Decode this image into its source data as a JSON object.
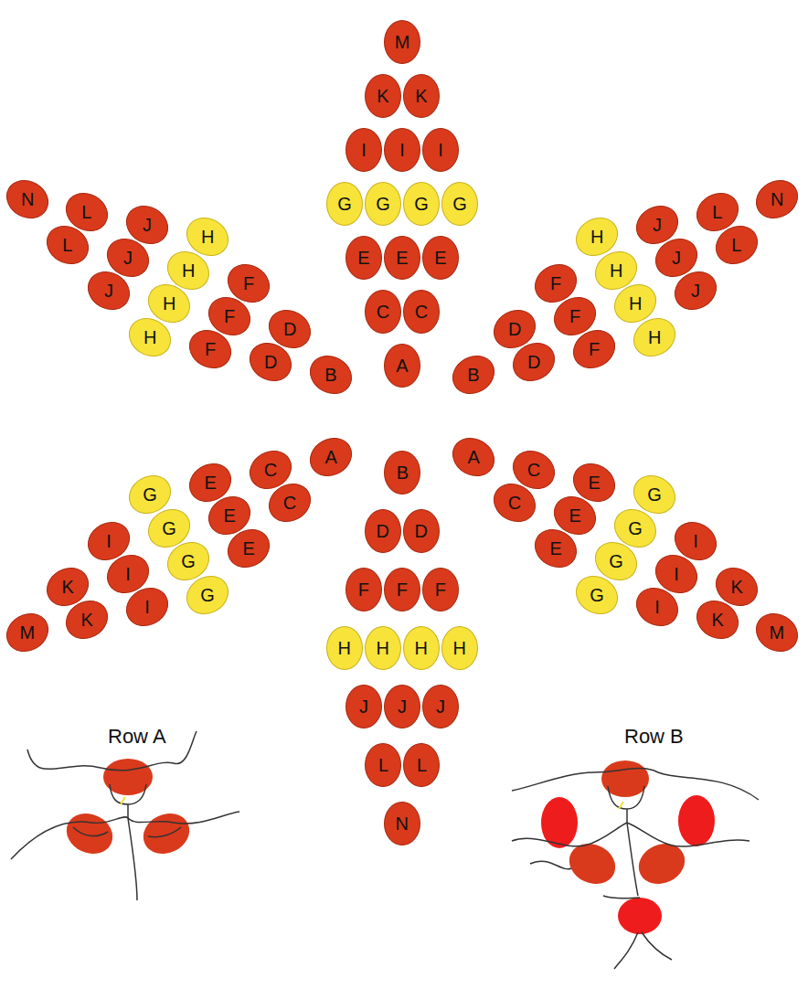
{
  "diagram": {
    "nodes": [
      {
        "text": [
          "A"
        ]
      },
      {
        "text": [
          "C"
        ]
      },
      {
        "text": [
          "C"
        ]
      },
      {
        "text": [
          "E"
        ]
      },
      {
        "text": [
          "E"
        ]
      },
      {
        "text": [
          "E"
        ]
      },
      {
        "text": [
          "G"
        ]
      },
      {
        "text": [
          "G"
        ]
      },
      {
        "text": [
          "G"
        ]
      },
      {
        "text": [
          "G"
        ]
      },
      {
        "text": [
          "I"
        ]
      },
      {
        "text": [
          "I"
        ]
      },
      {
        "text": [
          "I"
        ]
      },
      {
        "text": [
          "K"
        ]
      },
      {
        "text": [
          "K"
        ]
      },
      {
        "text": [
          "M"
        ]
      },
      {
        "text": [
          "B"
        ]
      },
      {
        "text": [
          "D"
        ]
      },
      {
        "text": [
          "D"
        ]
      },
      {
        "text": [
          "F"
        ]
      },
      {
        "text": [
          "F"
        ]
      },
      {
        "text": [
          "F"
        ]
      },
      {
        "text": [
          "H"
        ]
      },
      {
        "text": [
          "H"
        ]
      },
      {
        "text": [
          "H"
        ]
      },
      {
        "text": [
          "H"
        ]
      },
      {
        "text": [
          "J"
        ]
      },
      {
        "text": [
          "J"
        ]
      },
      {
        "text": [
          "J"
        ]
      },
      {
        "text": [
          "L"
        ]
      },
      {
        "text": [
          "L"
        ]
      },
      {
        "text": [
          "N"
        ]
      },
      {
        "text": [
          "A"
        ]
      },
      {
        "text": [
          "C"
        ]
      },
      {
        "text": [
          "C"
        ]
      },
      {
        "text": [
          "E"
        ]
      },
      {
        "text": [
          "E"
        ]
      },
      {
        "text": [
          "E"
        ]
      },
      {
        "text": [
          "G"
        ]
      },
      {
        "text": [
          "G"
        ]
      },
      {
        "text": [
          "G"
        ]
      },
      {
        "text": [
          "G"
        ]
      },
      {
        "text": [
          "I"
        ]
      },
      {
        "text": [
          "I"
        ]
      },
      {
        "text": [
          "I"
        ]
      },
      {
        "text": [
          "K"
        ]
      },
      {
        "text": [
          "K"
        ]
      },
      {
        "text": [
          "M"
        ]
      },
      {
        "text": [
          "B"
        ]
      },
      {
        "text": [
          "D"
        ]
      },
      {
        "text": [
          "D"
        ]
      },
      {
        "text": [
          "F"
        ]
      },
      {
        "text": [
          "F"
        ]
      },
      {
        "text": [
          "F"
        ]
      },
      {
        "text": [
          "H"
        ]
      },
      {
        "text": [
          "H"
        ]
      },
      {
        "text": [
          "H"
        ]
      },
      {
        "text": [
          "H"
        ]
      },
      {
        "text": [
          "J"
        ]
      },
      {
        "text": [
          "J"
        ]
      },
      {
        "text": [
          "J"
        ]
      },
      {
        "text": [
          "L"
        ]
      },
      {
        "text": [
          "L"
        ]
      },
      {
        "text": [
          "N"
        ]
      },
      {
        "text": [
          "A"
        ]
      },
      {
        "text": [
          "C"
        ]
      },
      {
        "text": [
          "C"
        ]
      },
      {
        "text": [
          "E"
        ]
      },
      {
        "text": [
          "E"
        ]
      },
      {
        "text": [
          "E"
        ]
      },
      {
        "text": [
          "G"
        ]
      },
      {
        "text": [
          "G"
        ]
      },
      {
        "text": [
          "G"
        ]
      },
      {
        "text": [
          "G"
        ]
      },
      {
        "text": [
          "I"
        ]
      },
      {
        "text": [
          "I"
        ]
      },
      {
        "text": [
          "I"
        ]
      },
      {
        "text": [
          "K"
        ]
      },
      {
        "text": [
          "K"
        ]
      },
      {
        "text": [
          "M"
        ]
      },
      {
        "text": [
          "B"
        ]
      },
      {
        "text": [
          "D"
        ]
      },
      {
        "text": [
          "D"
        ]
      },
      {
        "text": [
          "F"
        ]
      },
      {
        "text": [
          "F"
        ]
      },
      {
        "text": [
          "F"
        ]
      },
      {
        "text": [
          "H"
        ]
      },
      {
        "text": [
          "H"
        ]
      },
      {
        "text": [
          "H"
        ]
      },
      {
        "text": [
          "H"
        ]
      },
      {
        "text": [
          "J"
        ]
      },
      {
        "text": [
          "J"
        ]
      },
      {
        "text": [
          "J"
        ]
      },
      {
        "text": [
          "L"
        ]
      },
      {
        "text": [
          "L"
        ]
      },
      {
        "text": [
          "N"
        ]
      }
    ],
    "labels": [
      "Row A",
      "Row B"
    ]
  }
}
